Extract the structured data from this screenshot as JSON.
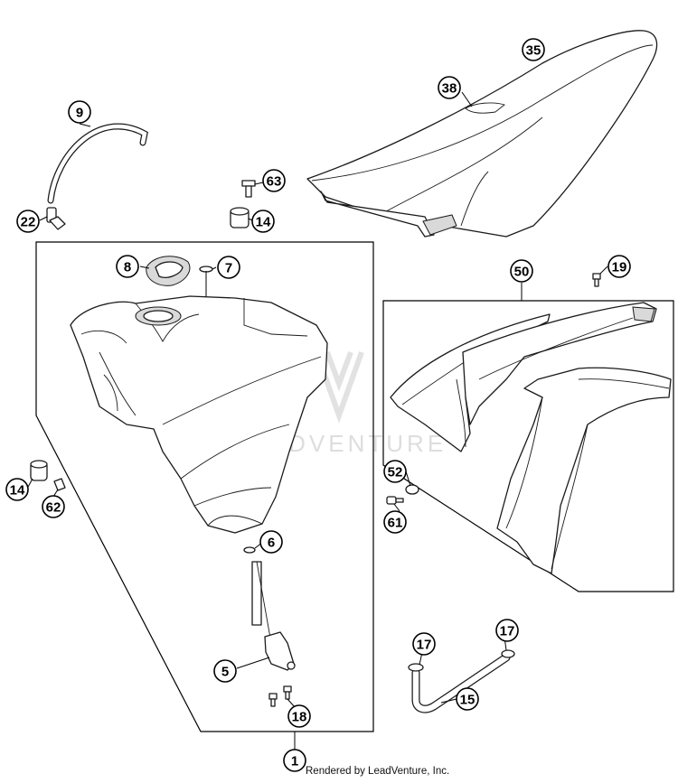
{
  "watermark": "LEADVENTURE",
  "credit": "Rendered by LeadVenture, Inc.",
  "callouts": {
    "c35": "35",
    "c38": "38",
    "c9": "9",
    "c63": "63",
    "c22": "22",
    "c14a": "14",
    "c8": "8",
    "c7": "7",
    "c50": "50",
    "c19": "19",
    "c14b": "14",
    "c62": "62",
    "c52": "52",
    "c61": "61",
    "c6": "6",
    "c5": "5",
    "c18": "18",
    "c17a": "17",
    "c17b": "17",
    "c15": "15",
    "c1": "1"
  }
}
